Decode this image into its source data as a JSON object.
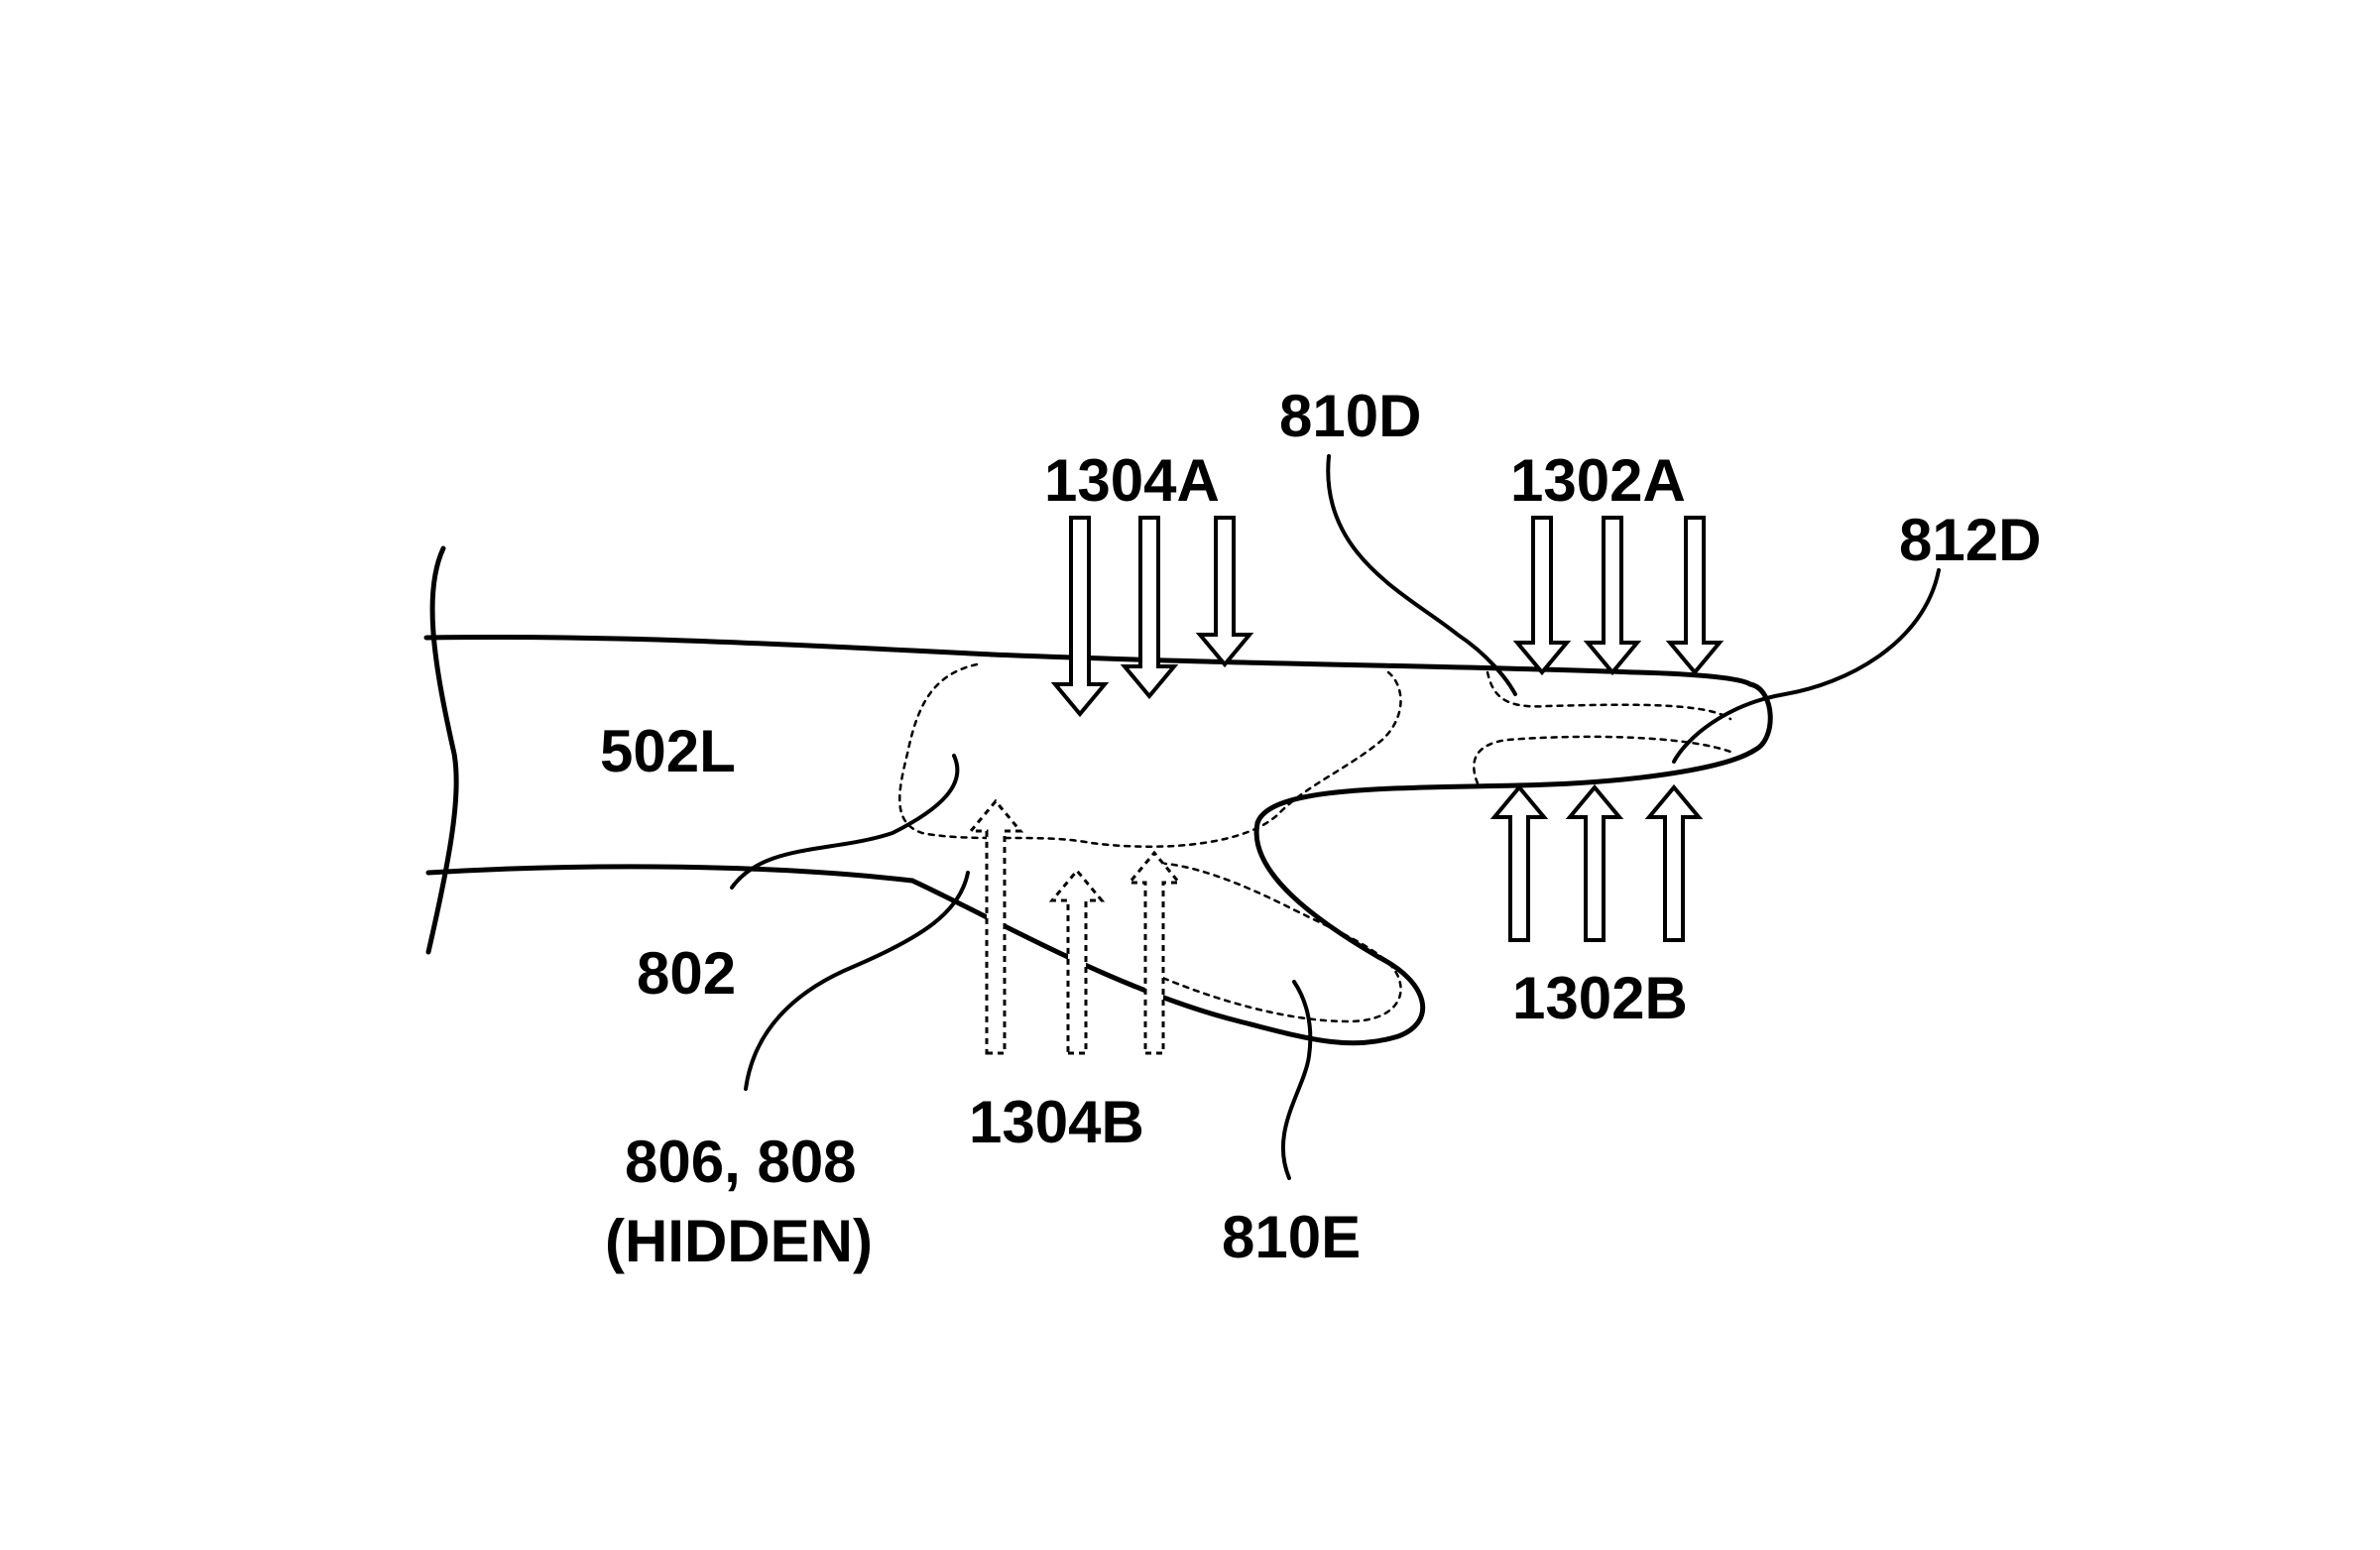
{
  "labels": {
    "hand": "502L",
    "palm_region": "802",
    "hidden_region_line1": "806, 808",
    "hidden_region_line2": "(HIDDEN)",
    "finger_d": "810D",
    "finger_e": "810E",
    "tip_d": "812D",
    "arrows_1304a": "1304A",
    "arrows_1304b": "1304B",
    "arrows_1302a": "1302A",
    "arrows_1302b": "1302B"
  }
}
